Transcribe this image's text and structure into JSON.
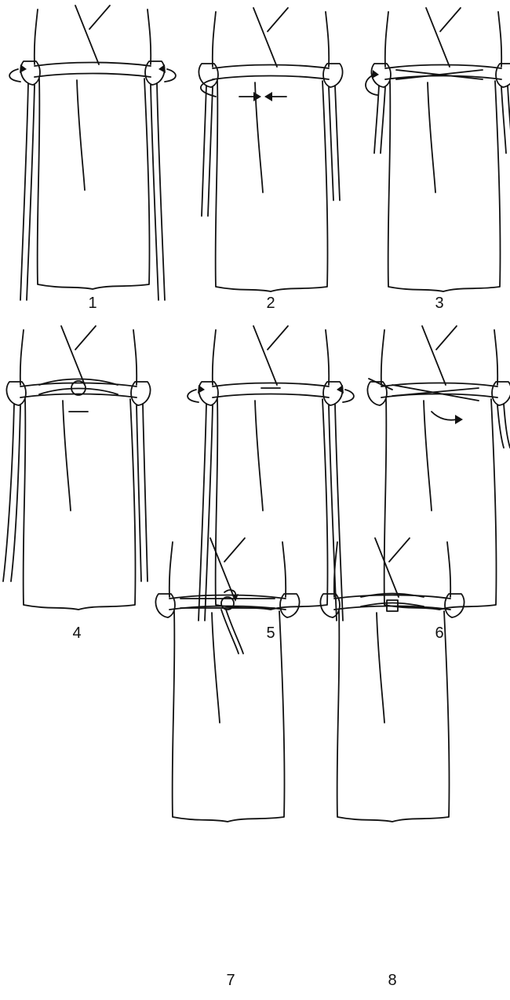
{
  "figure": {
    "steps": [
      {
        "label": "1",
        "arrows": [
          "arrow-left-hand",
          "arrow-right-hand"
        ]
      },
      {
        "label": "2",
        "arrows": [
          "arrow-left-side",
          "arrow-center-right",
          "arrow-center-left"
        ]
      },
      {
        "label": "3",
        "arrows": [
          "arrow-left-hand",
          "arrow-right-hand"
        ]
      },
      {
        "label": "4",
        "arrows": []
      },
      {
        "label": "5",
        "arrows": [
          "arrow-left-hand",
          "arrow-right-hand"
        ]
      },
      {
        "label": "6",
        "arrows": [
          "arrow-knot-down"
        ]
      },
      {
        "label": "7",
        "arrows": [
          "arrow-knot"
        ]
      },
      {
        "label": "8",
        "arrows": []
      }
    ],
    "line_color": "#111111",
    "background": "#ffffff"
  }
}
